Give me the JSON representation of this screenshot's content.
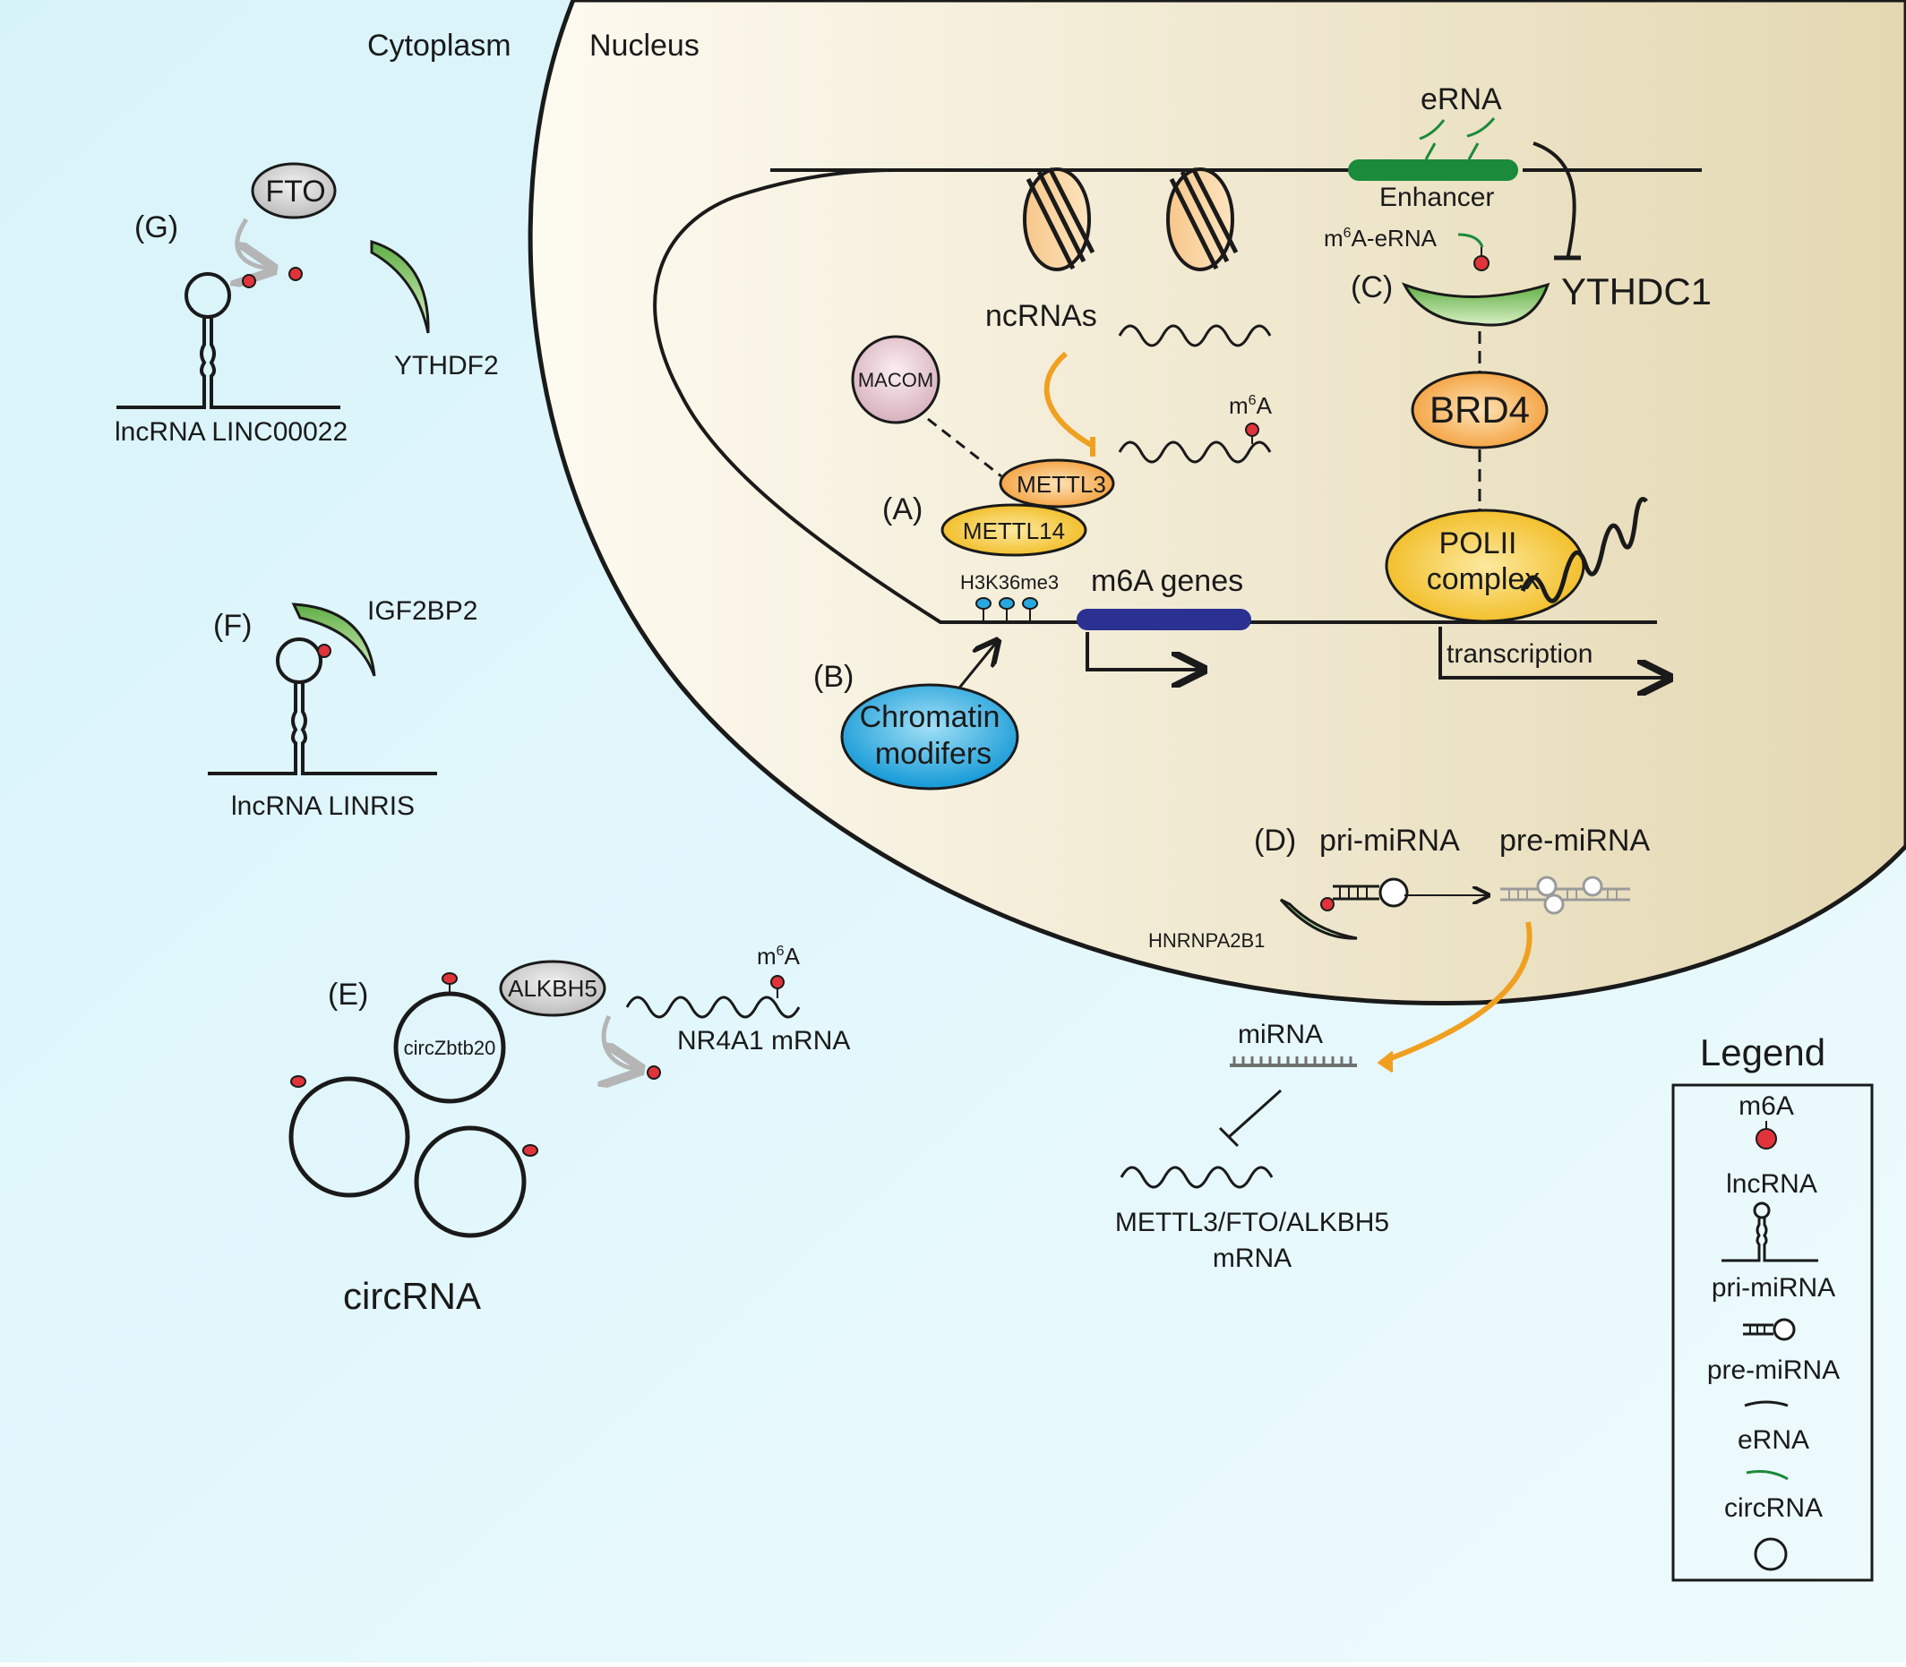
{
  "compartments": {
    "cytoplasm": "Cytoplasm",
    "nucleus": "Nucleus"
  },
  "panels": {
    "a": "(A)",
    "b": "(B)",
    "c": "(C)",
    "d": "(D)",
    "e": "(E)",
    "f": "(F)",
    "g": "(G)"
  },
  "nucleus_labels": {
    "erna": "eRNA",
    "enhancer": "Enhancer",
    "m6a_erna_prefix": "m",
    "m6a_erna_sup": "6",
    "m6a_erna_suffix": "A-eRNA",
    "ythdc1": "YTHDC1",
    "ncrnas": "ncRNAs",
    "m6a_prefix": "m",
    "m6a_sup": "6",
    "m6a_suffix": "A",
    "macom": "MACOM",
    "mettl3": "METTL3",
    "mettl14": "METTL14",
    "brd4": "BRD4",
    "polii_line1": "POLII",
    "polii_line2": "complex",
    "h3k36me3": "H3K36me3",
    "m6a_genes": "m6A genes",
    "transcription": "transcription",
    "chromatin_line1": "Chromatin",
    "chromatin_line2": "modifers",
    "pri_mirna": "pri-miRNA",
    "pre_mirna": "pre-miRNA",
    "hnrnpa2b1": "HNRNPA2B1"
  },
  "cytoplasm_labels": {
    "fto": "FTO",
    "ythdf2": "YTHDF2",
    "lncrna_linc00022": "lncRNA LINC00022",
    "igf2bp2": "IGF2BP2",
    "lncrna_linris": "lncRNA LINRIS",
    "alkbh5": "ALKBH5",
    "m6a_prefix": "m",
    "m6a_sup": "6",
    "m6a_suffix": "A",
    "nr4a1": "NR4A1 mRNA",
    "circzbtb20": "circZbtb20",
    "circrna": "circRNA",
    "mirna": "miRNA",
    "target_line1": "METTL3/FTO/ALKBH5",
    "target_line2": "mRNA"
  },
  "legend": {
    "title": "Legend",
    "items": [
      "m6A",
      "lncRNA",
      "pri-miRNA",
      "pre-miRNA",
      "eRNA",
      "circRNA"
    ]
  },
  "colors": {
    "cytoplasm_bg": "#dff6fb",
    "nucleus_bg": "#efe6c8",
    "m6a_dot": "#e0333a",
    "enhancer": "#1b8a3a",
    "m6a_gene": "#2b3190",
    "orange_arrow": "#f0a020",
    "grey_arrow": "#b5b5b5",
    "chromatin_modifier": "#29a8e0",
    "protein_yellow": "#f3c426",
    "protein_orange": "#f3a53a",
    "green_protein": "#8cc86c",
    "macom": "#e2c6cf"
  }
}
